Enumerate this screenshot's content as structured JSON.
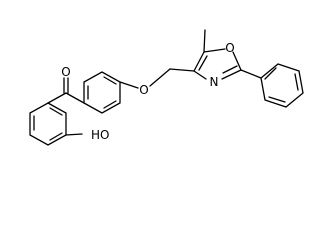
{
  "molecule": {
    "atom_labels": {
      "carbonyl_oxygen": "O",
      "ether_oxygen": "O",
      "oxazole_oxygen": "O",
      "oxazole_nitrogen": "N",
      "hydroxyl": "HO"
    }
  },
  "colors": {
    "bond": "#000000",
    "label": "#000000",
    "background": "#ffffff"
  }
}
